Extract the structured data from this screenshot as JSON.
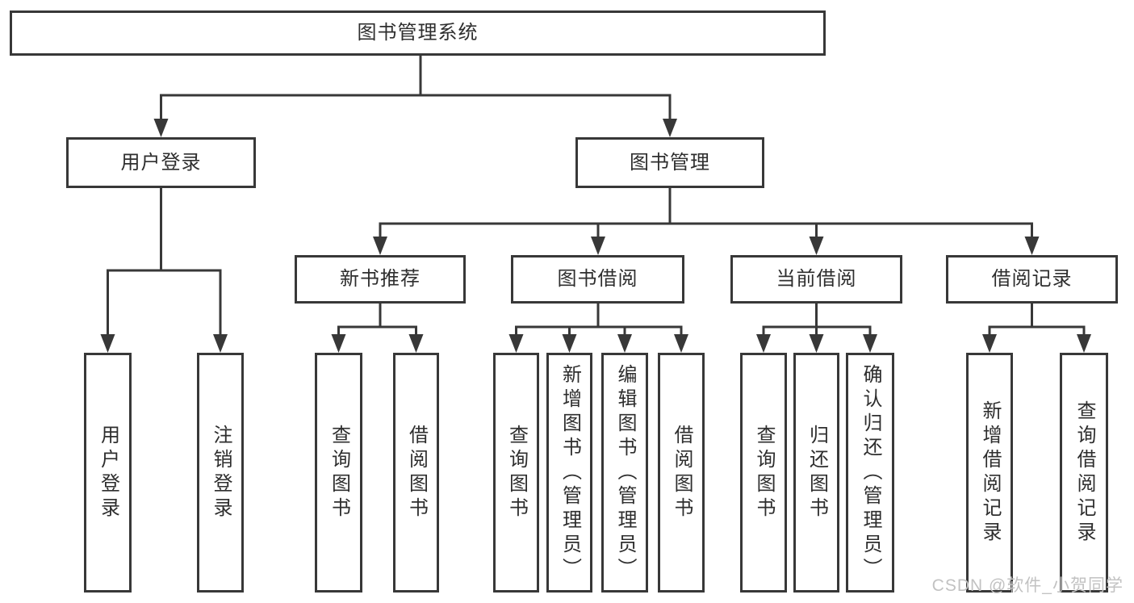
{
  "tree": {
    "label": "图书管理系统",
    "children": [
      {
        "label": "用户登录",
        "children": [
          {
            "label": "用户登录"
          },
          {
            "label": "注销登录"
          }
        ]
      },
      {
        "label": "图书管理",
        "children": [
          {
            "label": "新书推荐",
            "children": [
              {
                "label": "查询图书"
              },
              {
                "label": "借阅图书"
              }
            ]
          },
          {
            "label": "图书借阅",
            "children": [
              {
                "label": "查询图书"
              },
              {
                "label": "新增图书（管理员）"
              },
              {
                "label": "编辑图书（管理员）"
              },
              {
                "label": "借阅图书"
              }
            ]
          },
          {
            "label": "当前借阅",
            "children": [
              {
                "label": "查询图书"
              },
              {
                "label": "归还图书"
              },
              {
                "label": "确认归还（管理员）"
              }
            ]
          },
          {
            "label": "借阅记录",
            "children": [
              {
                "label": "新增借阅记录"
              },
              {
                "label": "查询借阅记录"
              }
            ]
          }
        ]
      }
    ]
  },
  "watermark": {
    "text": "CSDN @软件_小贺同学"
  },
  "colors": {
    "line": "#383838",
    "box_border": "#383838",
    "text": "#2e2e2e",
    "background": "#ffffff",
    "watermark_gray": "#c2c2c2"
  }
}
